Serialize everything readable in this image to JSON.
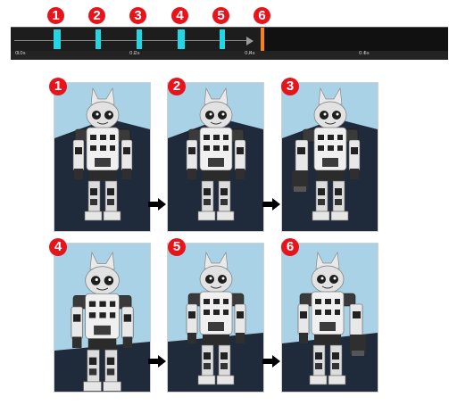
{
  "timeline": {
    "ticks": [
      "0.0s",
      "0.2s",
      "0.4s",
      "0.6s"
    ],
    "markers": [
      "1",
      "2",
      "3",
      "4",
      "5",
      "6"
    ],
    "colors": {
      "keyframe": "#22d6e4",
      "end_marker": "#f5821f",
      "badge": "#e8141c"
    }
  },
  "frames": [
    {
      "label": "1",
      "pose": "standing"
    },
    {
      "label": "2",
      "pose": "standing"
    },
    {
      "label": "3",
      "pose": "left-arm-forward"
    },
    {
      "label": "4",
      "pose": "standing-close"
    },
    {
      "label": "5",
      "pose": "standing"
    },
    {
      "label": "6",
      "pose": "right-arm-forward"
    }
  ],
  "icons": {
    "arrow": "arrow-right-icon",
    "robot": "humanoid-robot-icon"
  }
}
